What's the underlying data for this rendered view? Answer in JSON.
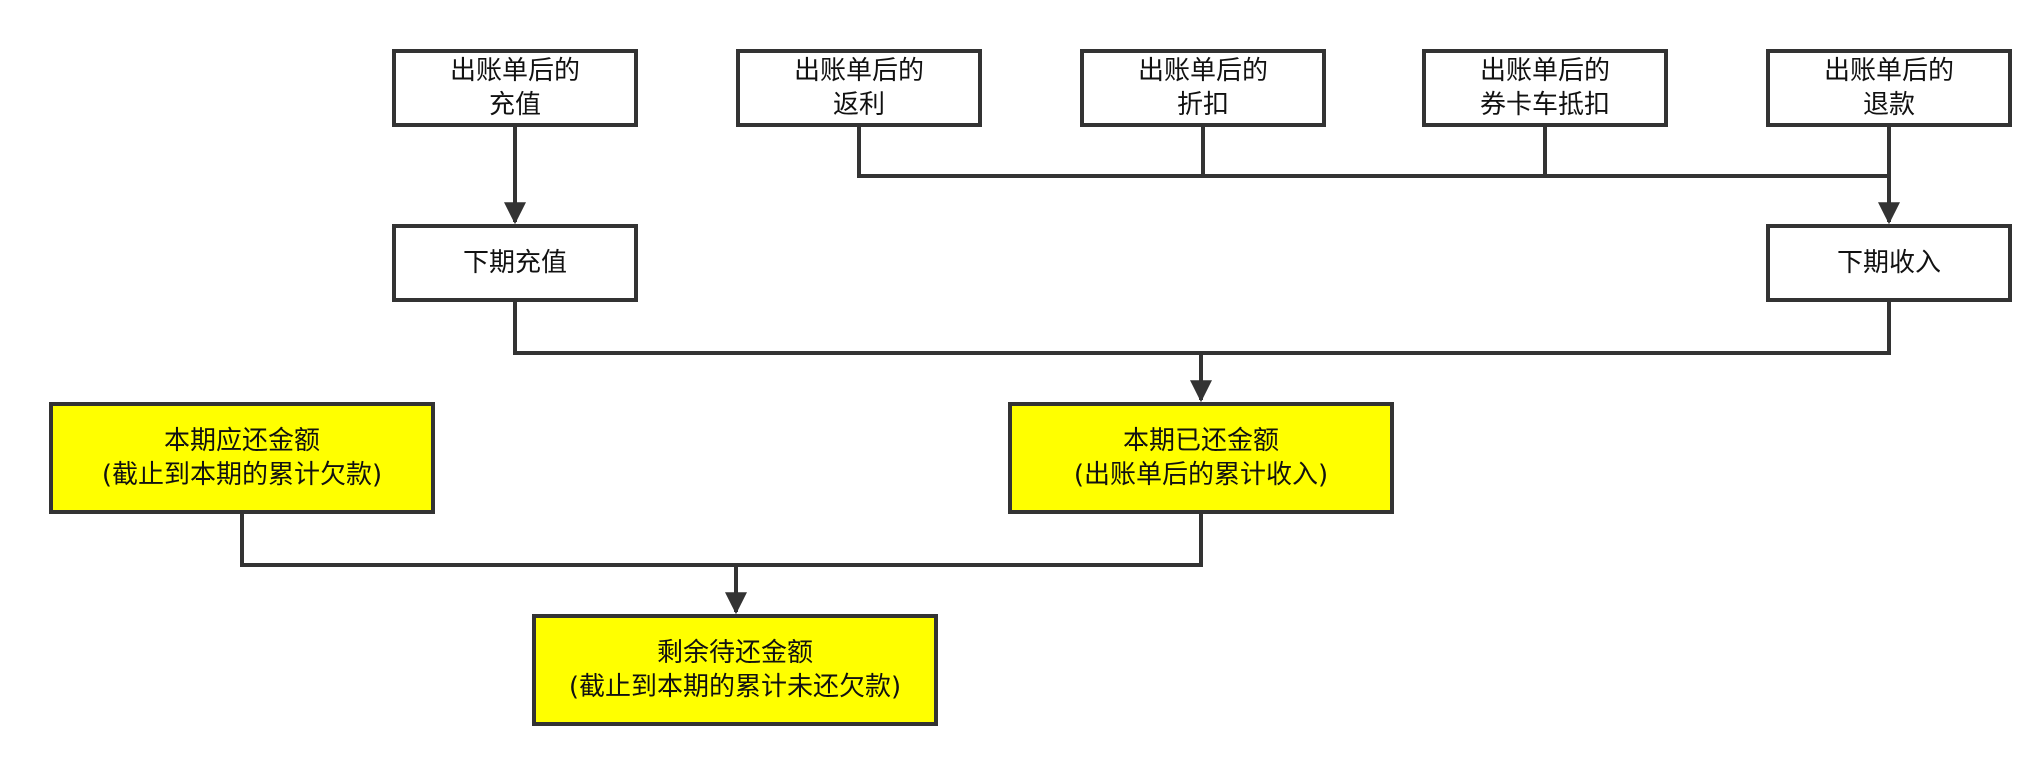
{
  "diagram": {
    "nodes": {
      "recharge_after_bill": [
        "出账单后的",
        "充值"
      ],
      "rebate_after_bill": [
        "出账单后的",
        "返利"
      ],
      "discount_after_bill": [
        "出账单后的",
        "折扣"
      ],
      "coupon_after_bill": [
        "出账单后的",
        "券卡车抵扣"
      ],
      "refund_after_bill": [
        "出账单后的",
        "退款"
      ],
      "next_recharge": [
        "下期充值"
      ],
      "next_income": [
        "下期收入"
      ],
      "amount_due": [
        "本期应还金额",
        "(截止到本期的累计欠款)"
      ],
      "amount_repaid": [
        "本期已还金额",
        "(出账单后的累计收入)"
      ],
      "amount_remaining": [
        "剩余待还金额",
        "(截止到本期的累计未还欠款)"
      ]
    },
    "colors": {
      "line": "#333333",
      "box_border": "#333333",
      "highlight": "#ffff00",
      "box_fill": "#ffffff",
      "text": "#111111"
    }
  }
}
